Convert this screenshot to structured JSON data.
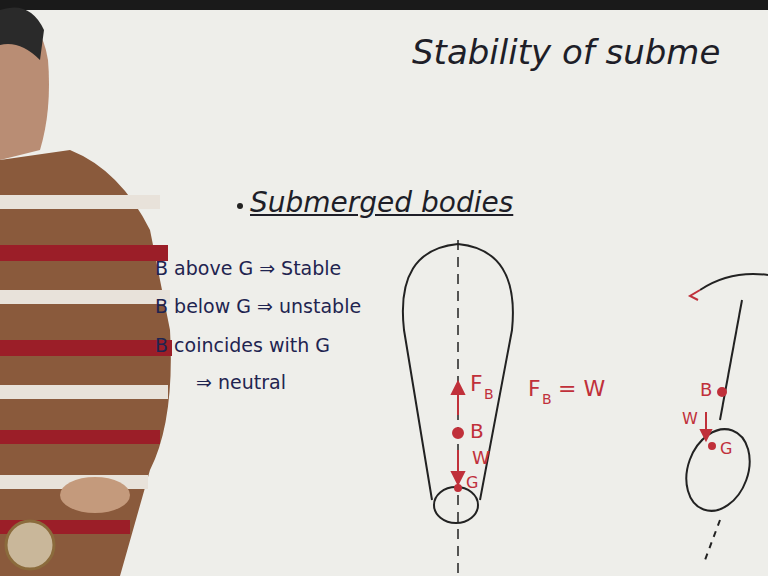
{
  "diagram": {
    "title": "Stability of subme",
    "labels": [
      "Submerged bodies",
      "B above G ⇒ Stable",
      "B below G ⇒ unstable",
      "B coincides with G",
      "⇒ neutral",
      "F",
      "B",
      "B",
      "W",
      "G",
      "F",
      "B",
      "= W",
      "B",
      "W",
      "G"
    ]
  }
}
